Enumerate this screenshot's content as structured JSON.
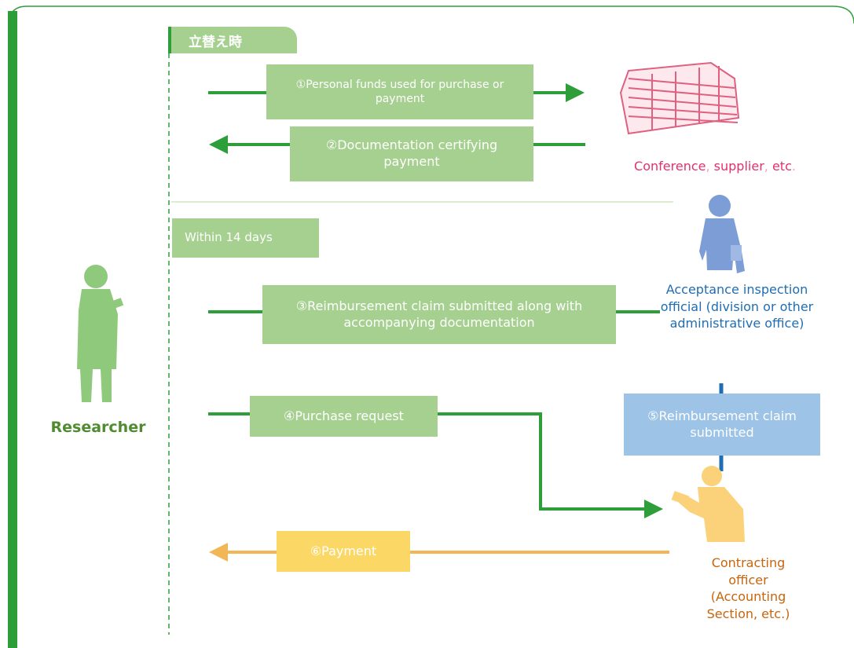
{
  "section_tag": "立替え時",
  "messages": {
    "m1": "①Personal funds used for purchase or payment",
    "m2": "②Documentation certifying payment",
    "window": "Within 14 days",
    "m3": "③Reimbursement claim submitted along with accompanying documentation",
    "m4": "④Purchase request",
    "m5": "⑤Reimbursement claim submitted",
    "m6": "⑥Payment"
  },
  "actors": {
    "researcher": "Researcher",
    "vendor": {
      "part1": "Conference",
      "sep1": ",",
      "part2": " supplier",
      "sep2": ",",
      "part3": " etc",
      "end": "."
    },
    "inspector": "Acceptance inspection official (division or other administrative office)",
    "contracting": "Contracting officer (Accounting Section, etc.)"
  },
  "colors": {
    "green_box": "#a5d08f",
    "green_line": "#2e9e3a",
    "blue_box": "#9dc3e6",
    "yellow_box": "#fbd866",
    "payment_line": "#f3b657"
  },
  "icons": [
    "building-icon",
    "researcher-figure-icon",
    "inspector-figure-icon",
    "contracting-officer-figure-icon"
  ]
}
